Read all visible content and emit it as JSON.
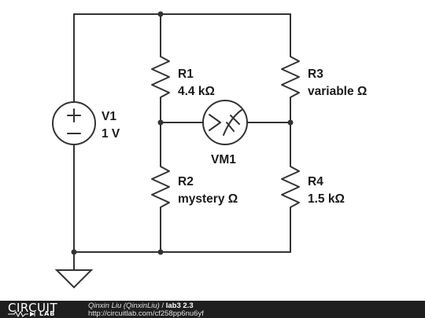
{
  "components": {
    "v1": {
      "name": "V1",
      "value": "1 V"
    },
    "r1": {
      "name": "R1",
      "value": "4.4 kΩ"
    },
    "r2": {
      "name": "R2",
      "value": "mystery Ω"
    },
    "r3": {
      "name": "R3",
      "value": "variable Ω"
    },
    "r4": {
      "name": "R4",
      "value": "1.5 kΩ"
    },
    "vm1": {
      "name": "VM1"
    }
  },
  "footer": {
    "logo_text": "CIRCUIT",
    "logo_sub": "LAB",
    "author": "Qinxin Liu (QinxinLiu)",
    "separator": "/",
    "title": "lab3 2.3",
    "url": "http://circuitlab.com/cf258pp6nu6yf"
  }
}
